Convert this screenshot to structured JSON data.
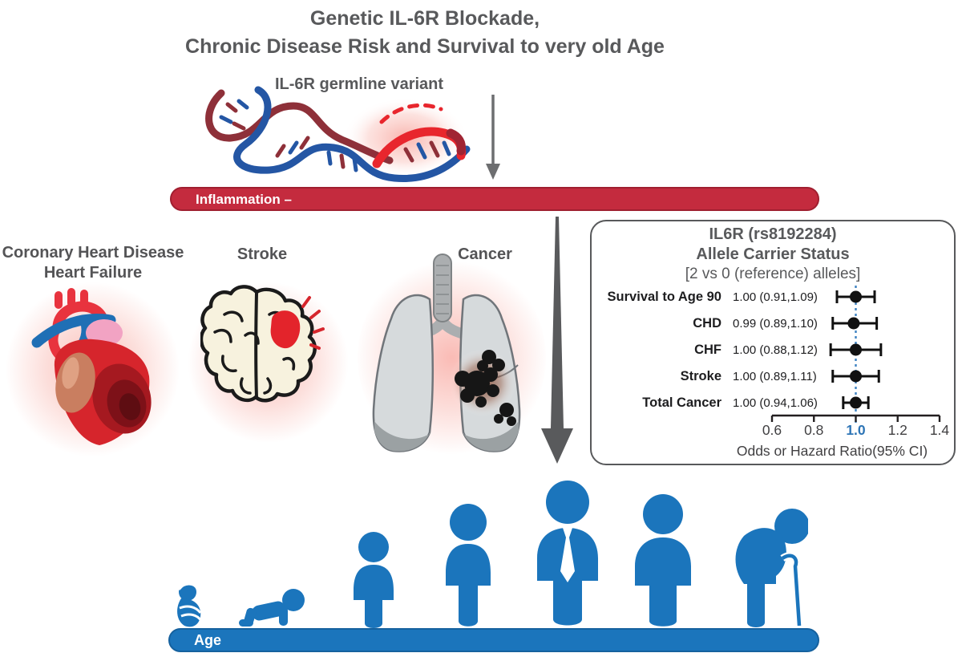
{
  "title": {
    "line1": "Genetic IL-6R Blockade,",
    "line2": "Chronic Disease Risk and Survival to very old Age"
  },
  "dna": {
    "label": "IL-6R germline variant",
    "icon": "dna-double-helix-with-variant"
  },
  "inflammation_bar": {
    "label": "Inflammation –"
  },
  "diseases": [
    {
      "name": "coronary-heart-disease-heart-failure",
      "label_line1": "Coronary Heart Disease",
      "label_line2": "Heart Failure",
      "icon": "heart-illustration"
    },
    {
      "name": "stroke",
      "label": "Stroke",
      "icon": "brain-illustration"
    },
    {
      "name": "cancer",
      "label": "Cancer",
      "icon": "lungs-with-tumor-illustration"
    }
  ],
  "chart_data": {
    "type": "scatter",
    "subtype": "forest-plot",
    "title_lines": [
      "IL6R (rs8192284)",
      "Allele Carrier Status",
      "[2 vs 0 (reference) alleles]"
    ],
    "rows": [
      {
        "label": "Survival to Age 90",
        "value_text": "1.00 (0.91,1.09)",
        "est": 1.0,
        "lo": 0.91,
        "hi": 1.09
      },
      {
        "label": "CHD",
        "value_text": "0.99 (0.89,1.10)",
        "est": 0.99,
        "lo": 0.89,
        "hi": 1.1
      },
      {
        "label": "CHF",
        "value_text": "1.00 (0.88,1.12)",
        "est": 1.0,
        "lo": 0.88,
        "hi": 1.12
      },
      {
        "label": "Stroke",
        "value_text": "1.00 (0.89,1.11)",
        "est": 1.0,
        "lo": 0.89,
        "hi": 1.11
      },
      {
        "label": "Total Cancer",
        "value_text": "1.00 (0.94,1.06)",
        "est": 1.0,
        "lo": 0.94,
        "hi": 1.06
      }
    ],
    "x_ticks": [
      0.6,
      0.8,
      1.0,
      1.2,
      1.4
    ],
    "x_tick_labels": [
      "0.6",
      "0.8",
      "1.0",
      "1.2",
      "1.4"
    ],
    "highlight_tick_label": "1.0",
    "xlim": [
      0.6,
      1.4
    ],
    "reference_line": 1.0,
    "xlabel": "Odds or Hazard Ratio(95% CI)",
    "grid": false,
    "legend": false
  },
  "age_bar": {
    "label": "Age"
  },
  "life_stages": [
    {
      "icon": "swaddled-newborn-figure"
    },
    {
      "icon": "crawling-infant-figure"
    },
    {
      "icon": "child-figure"
    },
    {
      "icon": "adolescent-figure"
    },
    {
      "icon": "adult-with-tie-figure"
    },
    {
      "icon": "older-adult-figure"
    },
    {
      "icon": "elderly-with-cane-figure"
    }
  ],
  "colors": {
    "title_gray": "#58595B",
    "inflammation_red": "#C42B3E",
    "age_blue": "#1B75BC",
    "people_blue": "#1B75BC",
    "reference_line_blue": "#3E83C2",
    "highlight_tick_blue": "#2E75B6",
    "arrow_gray": "#595A5C",
    "dna_variant_red": "#E8262D",
    "dna_strand_maroon": "#8E3039",
    "dna_strand_blue": "#2456A4",
    "glow_pink": "#F4786C"
  }
}
